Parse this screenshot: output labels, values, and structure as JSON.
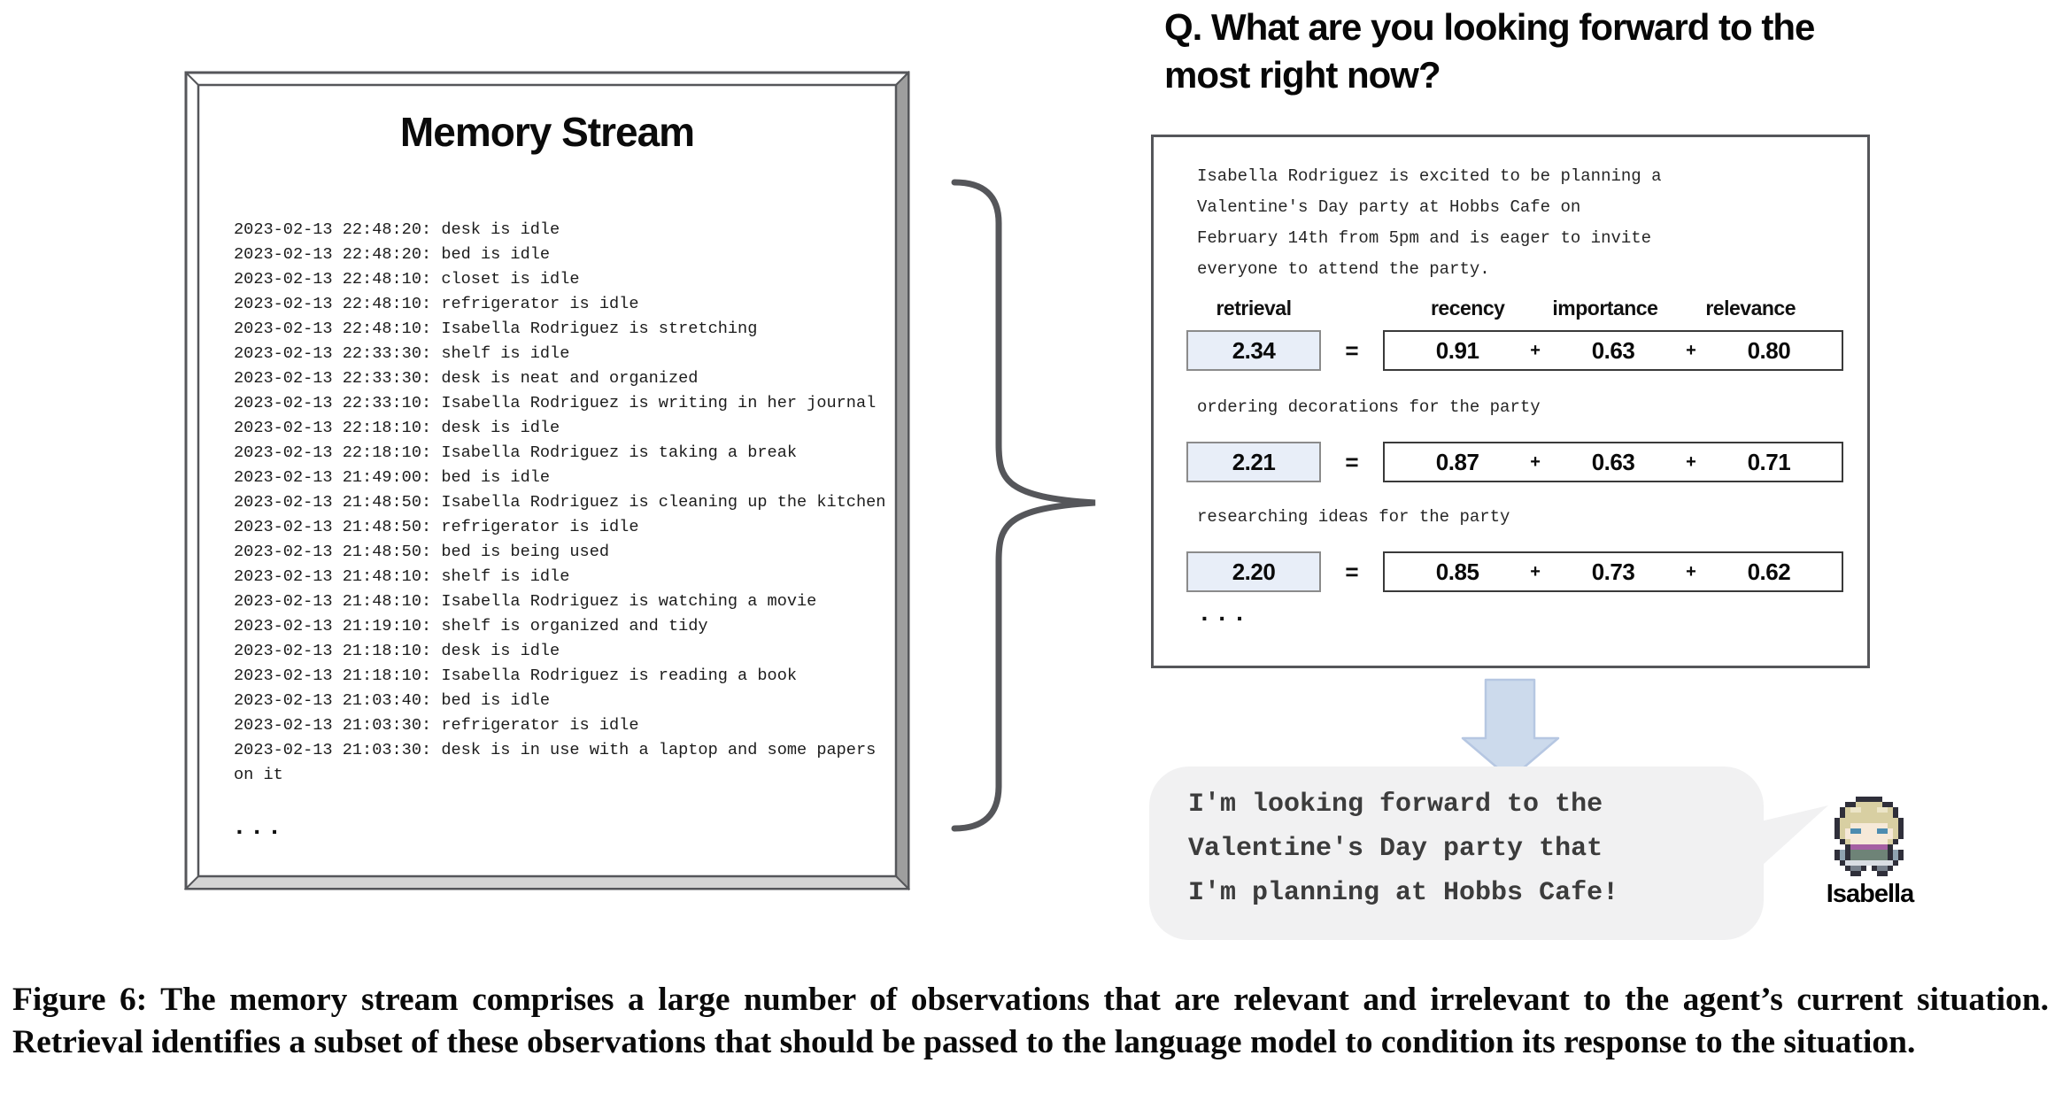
{
  "question": {
    "text": "Q. What are you looking forward to the most right now?"
  },
  "memory_stream": {
    "title": "Memory Stream",
    "observations": [
      "2023-02-13 22:48:20: desk is idle",
      "2023-02-13 22:48:20: bed is idle",
      "2023-02-13 22:48:10: closet is idle",
      "2023-02-13 22:48:10: refrigerator is idle",
      "2023-02-13 22:48:10: Isabella Rodriguez is stretching",
      "2023-02-13 22:33:30: shelf is idle",
      "2023-02-13 22:33:30: desk is neat and organized",
      "2023-02-13 22:33:10: Isabella Rodriguez is writing in her journal",
      "2023-02-13 22:18:10: desk is idle",
      "2023-02-13 22:18:10: Isabella Rodriguez is taking a break",
      "2023-02-13 21:49:00: bed is idle",
      "2023-02-13 21:48:50: Isabella Rodriguez is cleaning up the kitchen",
      "2023-02-13 21:48:50: refrigerator is idle",
      "2023-02-13 21:48:50: bed is being used",
      "2023-02-13 21:48:10: shelf is idle",
      "2023-02-13 21:48:10: Isabella Rodriguez is watching a movie",
      "2023-02-13 21:19:10: shelf is organized and tidy",
      "2023-02-13 21:18:10: desk is idle",
      "2023-02-13 21:18:10: Isabella Rodriguez is reading a book",
      "2023-02-13 21:03:40: bed is idle",
      "2023-02-13 21:03:30: refrigerator is idle",
      "2023-02-13 21:03:30: desk is in use with a laptop and some papers on it"
    ],
    "ellipsis": "..."
  },
  "retrieval_panel": {
    "summary": "Isabella Rodriguez is excited to be planning a Valentine's Day party at Hobbs Cafe on February 14th from 5pm and is eager to invite everyone to attend the party.",
    "columns": [
      "retrieval",
      "recency",
      "importance",
      "relevance"
    ],
    "equals": "=",
    "plus": "+",
    "rows": [
      {
        "query": "",
        "retrieval": "2.34",
        "recency": "0.91",
        "importance": "0.63",
        "relevance": "0.80"
      },
      {
        "query": "ordering decorations for the party",
        "retrieval": "2.21",
        "recency": "0.87",
        "importance": "0.63",
        "relevance": "0.71"
      },
      {
        "query": "researching ideas for the party",
        "retrieval": "2.20",
        "recency": "0.85",
        "importance": "0.73",
        "relevance": "0.62"
      }
    ],
    "ellipsis": "..."
  },
  "response": {
    "bubble_text": "I'm looking forward to the Valentine's Day party that I'm planning at Hobbs Cafe!",
    "agent_name": "Isabella"
  },
  "figure": {
    "caption": "Figure 6: The memory stream comprises a large number of observations that are relevant and irrelevant to the agent’s current situation. Retrieval identifies a subset of these observations that should be passed to the language model to condition its response to the situation."
  },
  "icons": {
    "curly_brace": "}",
    "down_arrow": "⬇"
  },
  "colors": {
    "outline_gray": "#55565a",
    "score_box_fill": "#e8eef8",
    "score_box_border": "#8b8b8b",
    "value_box_border": "#3a3a3a",
    "arrow_fill": "#ccdaec",
    "arrow_border": "#b6c7e2",
    "bubble_fill": "#f1f1f2"
  }
}
